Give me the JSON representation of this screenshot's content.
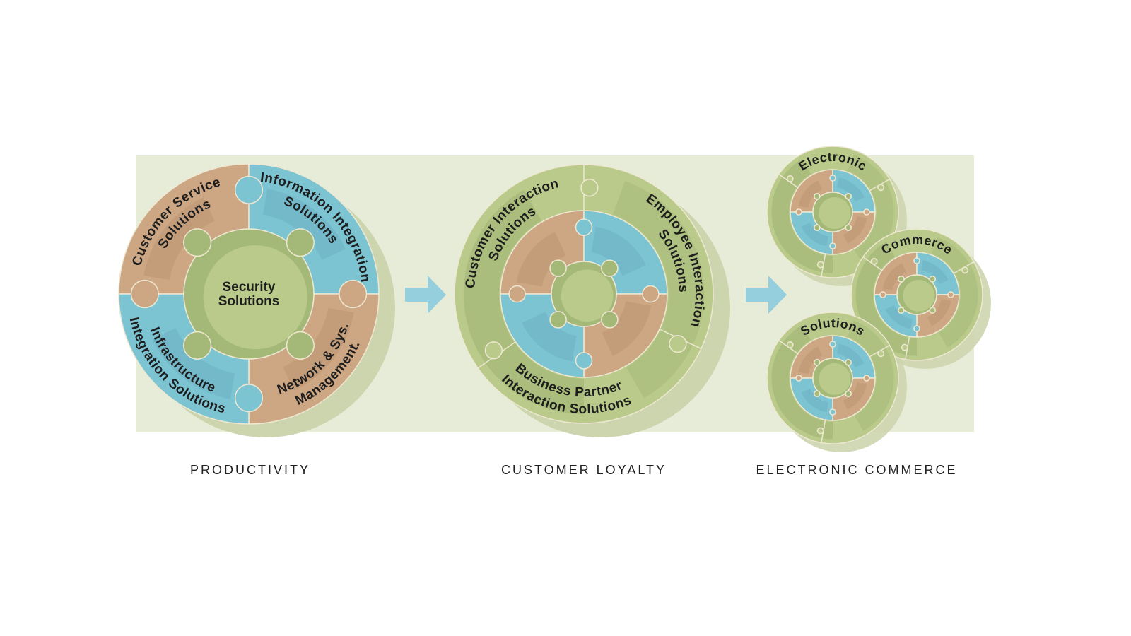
{
  "colors": {
    "panel": "#e7ecd8",
    "tan": "#cda784",
    "tan_dark": "#b9936f",
    "blue": "#7dc4d3",
    "blue_dark": "#69acbf",
    "green": "#b9ca8a",
    "green_dark": "#a4b878",
    "seam": "#eee8d2",
    "shadow": "#cdd5ae",
    "arrow": "#95cedc"
  },
  "productivity": {
    "caption": "PRODUCTIVITY",
    "center": [
      "Security",
      "Solutions"
    ],
    "pieces": [
      {
        "lines": [
          "Customer Service",
          "Solutions"
        ]
      },
      {
        "lines": [
          "Information Integration",
          "Solutions"
        ]
      },
      {
        "lines": [
          "Network & Sys.",
          "Management."
        ]
      },
      {
        "lines": [
          "Infrastructure",
          "Integration Solutions"
        ]
      }
    ]
  },
  "customer_loyalty": {
    "caption": "CUSTOMER LOYALTY",
    "pieces": [
      {
        "lines": [
          "Customer Interaction",
          "Solutions"
        ]
      },
      {
        "lines": [
          "Employee Interaction",
          "Solutions"
        ]
      },
      {
        "lines": [
          "Business Partner",
          "Interaction Solutions"
        ]
      }
    ]
  },
  "electronic_commerce": {
    "caption": "ELECTRONIC COMMERCE",
    "discs": [
      "Electronic",
      "Commerce",
      "Solutions"
    ]
  },
  "arrows": [
    "arrow-right-icon",
    "arrow-right-icon"
  ]
}
